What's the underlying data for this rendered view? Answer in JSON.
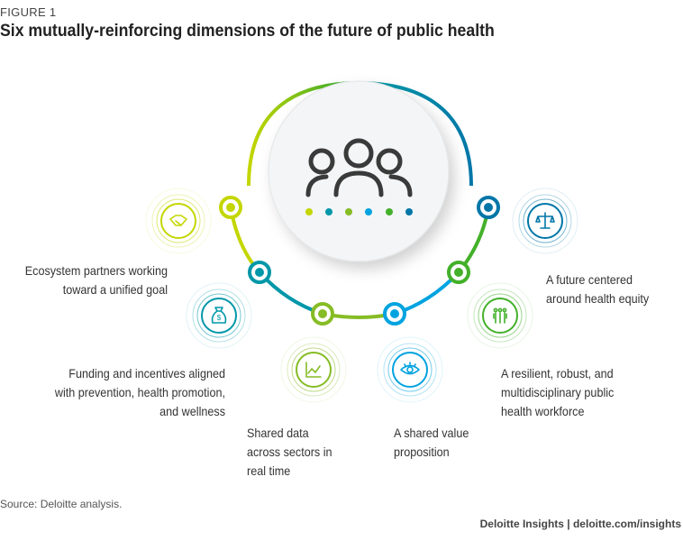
{
  "figure_label": "FIGURE 1",
  "title": "Six mutually-reinforcing dimensions of the future of public health",
  "center_icon": "people-group-icon",
  "dimensions": [
    {
      "label": "Ecosystem partners working toward a unified goal",
      "icon": "handshake-icon",
      "color": "#c4d600"
    },
    {
      "label": "Funding and incentives aligned with prevention, health promotion, and wellness",
      "icon": "money-bag-icon",
      "color": "#0097a9"
    },
    {
      "label": "Shared data across sectors in real time",
      "icon": "line-chart-icon",
      "color": "#86bc25"
    },
    {
      "label": "A shared value proposition",
      "icon": "eye-icon",
      "color": "#00a3e0"
    },
    {
      "label": "A resilient, robust, and multidisciplinary public health workforce",
      "icon": "workforce-icon",
      "color": "#43b02a"
    },
    {
      "label": "A future centered around health equity",
      "icon": "scales-icon",
      "color": "#0076a8"
    }
  ],
  "source": "Source: Deloitte analysis.",
  "brand": "Deloitte Insights | deloitte.com/insights"
}
